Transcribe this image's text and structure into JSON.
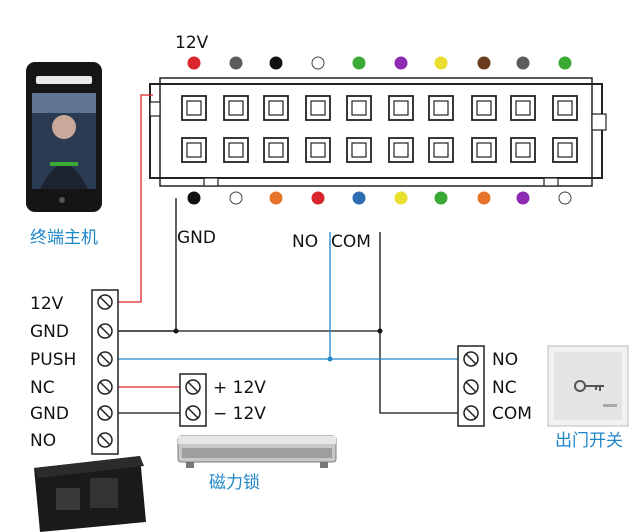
{
  "connector": {
    "top_label": "12V",
    "top_dots": [
      "#d9262b",
      "#5b5b5b",
      "#111111",
      "#ffffff",
      "#3aa935",
      "#8d2bb3",
      "#e8df2e",
      "#6b3b1e",
      "#5b5b5b",
      "#3aa935"
    ],
    "bottom_dots": [
      "#111111",
      "#ffffff",
      "#e8742c",
      "#d9262b",
      "#2f6db3",
      "#e8df2e",
      "#3aa935",
      "#e8742c",
      "#8d2bb3",
      "#ffffff"
    ]
  },
  "device": {
    "caption": "终端主机"
  },
  "wires": {
    "gnd_label": "GND",
    "no_label": "NO",
    "com_label": "COM"
  },
  "power_terminal": {
    "labels": [
      "12V",
      "GND",
      "PUSH",
      "NC",
      "GND",
      "NO"
    ]
  },
  "lock": {
    "plus_label": "+ 12V",
    "minus_label": "− 12V",
    "caption": "磁力锁"
  },
  "button_terminal": {
    "labels": [
      "NO",
      "NC",
      "COM"
    ]
  },
  "exit_button": {
    "caption": "出门开关"
  },
  "colors": {
    "red_wire": "#d9262b",
    "black_wire": "#111111",
    "blue_wire": "#1f86c8"
  }
}
